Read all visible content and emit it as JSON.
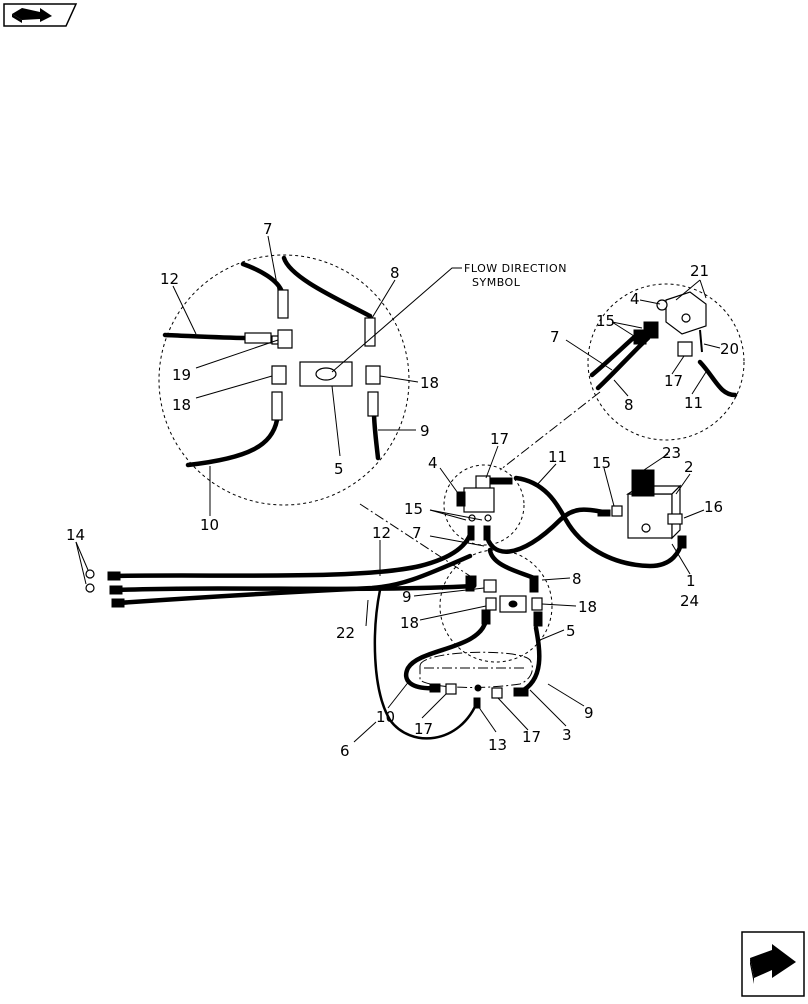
{
  "icons": {
    "nav_prev": "back-arrow-icon",
    "nav_next": "forward-arrow-icon"
  },
  "diagram": {
    "flow_label_line1": "FLOW DIRECTION",
    "flow_label_line2": "SYMBOL",
    "callouts": {
      "d1_7": "7",
      "d1_8": "8",
      "d1_12": "12",
      "d1_19": "19",
      "d1_18a": "18",
      "d1_18b": "18",
      "d1_5": "5",
      "d1_9": "9",
      "d1_10": "10",
      "d2_21": "21",
      "d2_4": "4",
      "d2_15": "15",
      "d2_7": "7",
      "d2_20": "20",
      "d2_17": "17",
      "d2_8": "8",
      "d2_11": "11",
      "m_17a": "17",
      "m_11": "11",
      "m_4": "4",
      "m_15a": "15",
      "m_15b": "15",
      "m_23": "23",
      "m_2": "2",
      "m_16": "16",
      "m_7": "7",
      "m_12": "12",
      "m_14": "14",
      "m_1": "1",
      "m_24": "24",
      "m_8": "8",
      "m_9a": "9",
      "m_18a": "18",
      "m_18b": "18",
      "m_22": "22",
      "m_5": "5",
      "m_10": "10",
      "m_17b": "17",
      "m_13": "13",
      "m_17c": "17",
      "m_3": "3",
      "m_9b": "9",
      "m_6": "6"
    }
  }
}
